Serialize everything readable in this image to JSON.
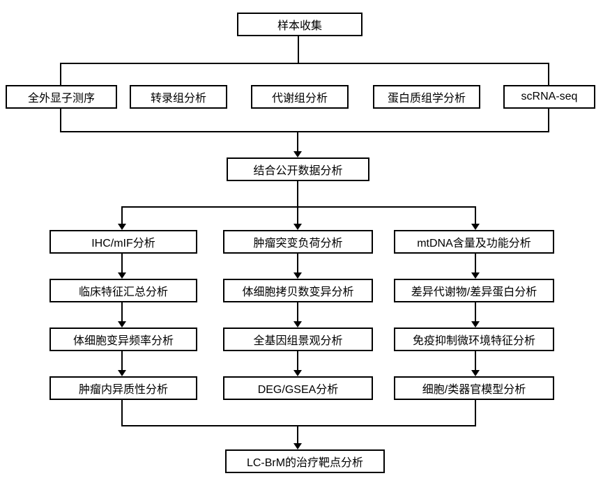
{
  "flowchart": {
    "title_node": "样本收集",
    "omics_nodes": [
      "全外显子测序",
      "转录组分析",
      "代谢组分析",
      "蛋白质组学分析",
      "scRNA-seq"
    ],
    "integration_node": "结合公开数据分析",
    "columns": [
      {
        "steps": [
          "IHC/mIF分析",
          "临床特征汇总分析",
          "体细胞变异频率分析",
          "肿瘤内异质性分析"
        ]
      },
      {
        "steps": [
          "肿瘤突变负荷分析",
          "体细胞拷贝数变异分析",
          "全基因组景观分析",
          "DEG/GSEA分析"
        ]
      },
      {
        "steps": [
          "mtDNA含量及功能分析",
          "差异代谢物/差异蛋白分析",
          "免疫抑制微环境特征分析",
          "细胞/类器官模型分析"
        ]
      }
    ],
    "final_node": "LC-BrM的治疗靶点分析",
    "colors": {
      "line": "#000000",
      "box_fill": "#ffffff",
      "box_border": "#000000",
      "text": "#000000"
    }
  }
}
